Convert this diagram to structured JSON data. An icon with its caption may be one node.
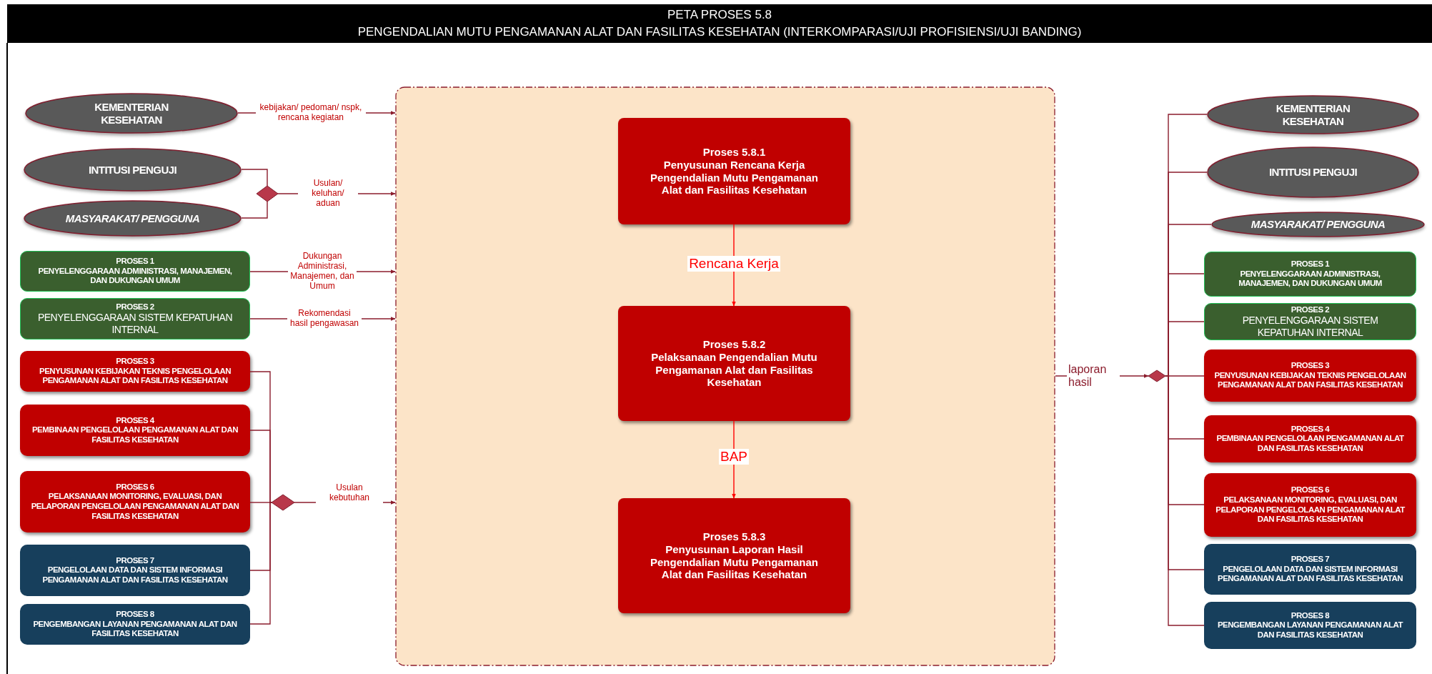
{
  "diagram": {
    "title": "PETA PROSES 5.8",
    "nodes": [
      {
        "text": [
          "KEMENTERIAN KESEHATAN"
        ]
      },
      {
        "text": [
          "INTITUSI PENGUJI"
        ]
      },
      {
        "text": [
          "MASYARAKAT/ PENGGUNA"
        ]
      },
      {
        "text": [],
        "shape": "diamond"
      },
      {
        "text": [
          "PROSES 1",
          "PENYELENGGARAAN ADMINISTRASI, MANAJEMEN, DAN DUKUNGAN UMUM"
        ]
      },
      {
        "text": [
          "PROSES 2",
          "PENYELENGGARAAN SISTEM KEPATUHAN INTERNAL"
        ]
      },
      {
        "text": [
          "PROSES 3",
          "PENYUSUNAN KEBIJAKAN TEKNIS PENGELOLAAN PENGAMANAN ALAT DAN FASILITAS KESEHATAN"
        ]
      },
      {
        "text": [
          "PROSES 4",
          "PEMBINAAN PENGELOLAAN PENGAMANAN ALAT DAN FASILITAS KESEHATAN"
        ]
      },
      {
        "text": [
          "PROSES 6",
          "PELAKSANAAN MONITORING, EVALUASI, DAN PELAPORAN PENGELOLAAN PENGAMANAN ALAT DAN FASILITAS KESEHATAN"
        ]
      },
      {
        "text": [
          "PROSES 7",
          "PENGELOLAAN DATA DAN SISTEM INFORMASI PENGAMANAN ALAT DAN FASILITAS KESEHATAN"
        ]
      },
      {
        "text": [
          "PROSES 8",
          "PENGEMBANGAN LAYANAN PENGAMANAN ALAT DAN FASILITAS KESEHATAN"
        ]
      },
      {
        "text": [],
        "shape": "diamond"
      },
      {
        "text": [],
        "shape": "box"
      },
      {
        "text": [
          "Proses 5.8.1",
          "Penyusunan Rencana Kerja Pengendalian Mutu Pengamanan Alat dan Fasilitas Kesehatan"
        ],
        "in": 12
      },
      {
        "text": [
          "Proses 5.8.2",
          "Pelaksanaan Pengendalian Mutu Pengamanan Alat dan Fasilitas Kesehatan"
        ],
        "in": 12
      },
      {
        "text": [
          "Proses 5.8.3",
          "Penyusunan Laporan Hasil Pengendalian Mutu Pengamanan Alat dan Fasilitas Kesehatan"
        ],
        "in": 12
      },
      {
        "text": [],
        "shape": "diamond"
      },
      {
        "text": [
          "KEMENTERIAN KESEHATAN"
        ]
      },
      {
        "text": [
          "INTITUSI PENGUJI"
        ]
      },
      {
        "text": [
          "MASYARAKAT/ PENGGUNA"
        ]
      },
      {
        "text": [
          "PROSES 1",
          "PENYELENGGARAAN ADMINISTRASI, MANAJEMEN, DAN DUKUNGAN UMUM"
        ]
      },
      {
        "text": [
          "PROSES 2",
          "PENYELENGGARAAN SISTEM KEPATUHAN INTERNAL"
        ]
      },
      {
        "text": [
          "PROSES 3",
          "PENYUSUNAN KEBIJAKAN TEKNIS PENGELOLAAN PENGAMANAN ALAT DAN FASILITAS KESEHATAN"
        ]
      },
      {
        "text": [
          "PROSES 4",
          "PEMBINAAN PENGELOLAAN PENGAMANAN ALAT DAN FASILITAS KESEHATAN"
        ]
      },
      {
        "text": [
          "PROSES 6",
          "PELAKSANAAN MONITORING, EVALUASI, DAN PELAPORAN PENGELOLAAN PENGAMANAN ALAT DAN FASILITAS KESEHATAN"
        ]
      },
      {
        "text": [
          "PROSES 7",
          "PENGELOLAAN DATA DAN SISTEM INFORMASI PENGAMANAN ALAT DAN FASILITAS KESEHATAN"
        ]
      },
      {
        "text": [
          "PROSES 8",
          "PENGEMBANGAN LAYANAN PENGAMANAN ALAT DAN FASILITAS KESEHATAN"
        ]
      }
    ],
    "edges": [
      {
        "from": 0,
        "to": 12,
        "arrow": "to",
        "label": "kebijakan/ pedoman/ nspk, rencana kegiatan"
      },
      {
        "from": 1,
        "to": 3,
        "arrow": "none"
      },
      {
        "from": 2,
        "to": 3,
        "arrow": "none"
      },
      {
        "from": 3,
        "to": 12,
        "arrow": "to",
        "label": "Usulan/ keluhan/ aduan"
      },
      {
        "from": 4,
        "to": 12,
        "arrow": "to",
        "label": "Dukungan Administrasi, Manajemen, dan Umum"
      },
      {
        "from": 5,
        "to": 12,
        "arrow": "to",
        "label": "Rekomendasi hasil pengawasan"
      },
      {
        "from": 6,
        "to": 11,
        "arrow": "none"
      },
      {
        "from": 7,
        "to": 11,
        "arrow": "none"
      },
      {
        "from": 8,
        "to": 11,
        "arrow": "none"
      },
      {
        "from": 9,
        "to": 11,
        "arrow": "none"
      },
      {
        "from": 10,
        "to": 11,
        "arrow": "none"
      },
      {
        "from": 11,
        "to": 12,
        "arrow": "to",
        "label": "Usulan kebutuhan"
      },
      {
        "from": 13,
        "to": 14,
        "arrow": "to",
        "label": "Rencana Kerja",
        "color": "#ff0000"
      },
      {
        "from": 14,
        "to": 15,
        "arrow": "to",
        "label": "BAP",
        "color": "#ff0000"
      },
      {
        "from": 12,
        "to": 16,
        "arrow": "to",
        "label": "laporan hasil"
      },
      {
        "from": 16,
        "to": 17,
        "arrow": "none"
      },
      {
        "from": 16,
        "to": 18,
        "arrow": "none"
      },
      {
        "from": 16,
        "to": 19,
        "arrow": "none"
      },
      {
        "from": 16,
        "to": 20,
        "arrow": "none"
      },
      {
        "from": 16,
        "to": 21,
        "arrow": "none"
      },
      {
        "from": 16,
        "to": 22,
        "arrow": "none"
      },
      {
        "from": 16,
        "to": 23,
        "arrow": "none"
      },
      {
        "from": 16,
        "to": 24,
        "arrow": "none"
      },
      {
        "from": 16,
        "to": 25,
        "arrow": "none"
      },
      {
        "from": 16,
        "to": 26,
        "arrow": "none"
      }
    ],
    "labels": [
      "PENGENDALIAN MUTU PENGAMANAN ALAT DAN FASILITAS KESEHATAN (INTERKOMPARASI/UJI PROFISIENSI/UJI BANDING)"
    ]
  }
}
